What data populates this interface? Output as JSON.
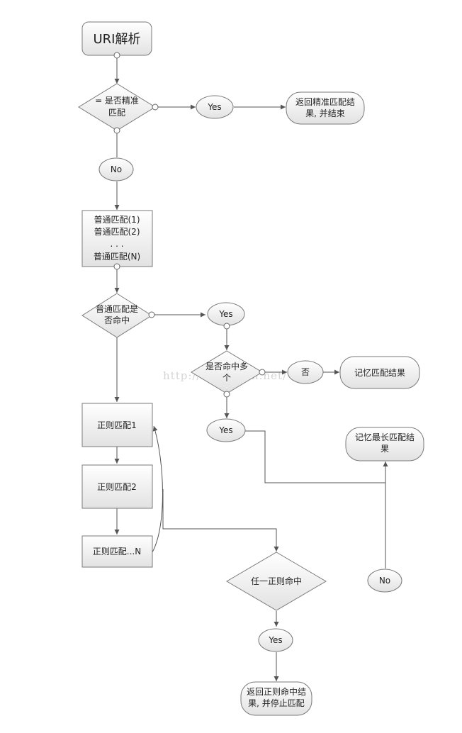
{
  "nodes": {
    "start": {
      "label": "URI解析"
    },
    "exact_check": {
      "lines": [
        "=  是否精准",
        "匹配"
      ]
    },
    "yes1": {
      "label": "Yes"
    },
    "return_exact": {
      "lines": [
        "返回精准匹配结",
        "果, 并结束"
      ]
    },
    "no1": {
      "label": "No"
    },
    "normal_matches": {
      "lines": [
        "普通匹配(1)",
        "普通匹配(2)",
        ". . .",
        "普通匹配(N)"
      ]
    },
    "normal_hit_check": {
      "lines": [
        "普通匹配是",
        "否命中"
      ]
    },
    "yes2": {
      "label": "Yes"
    },
    "multi_hit_check": {
      "lines": [
        "是否命中多",
        "个"
      ]
    },
    "no_cn": {
      "label": "否"
    },
    "remember_match": {
      "label": "记忆匹配结果"
    },
    "yes3": {
      "label": "Yes"
    },
    "remember_longest": {
      "lines": [
        "记忆最长匹配结",
        "果"
      ]
    },
    "regex1": {
      "label": "正则匹配1"
    },
    "regex2": {
      "label": "正则匹配2"
    },
    "regexN": {
      "label": "正则匹配...N"
    },
    "any_regex_hit": {
      "label": "任一正则命中"
    },
    "no2": {
      "label": "No"
    },
    "yes4": {
      "label": "Yes"
    },
    "return_regex": {
      "lines": [
        "返回正则命中结",
        "果, 并停止匹配"
      ]
    }
  },
  "watermark": "http://blog.csdn.net/"
}
